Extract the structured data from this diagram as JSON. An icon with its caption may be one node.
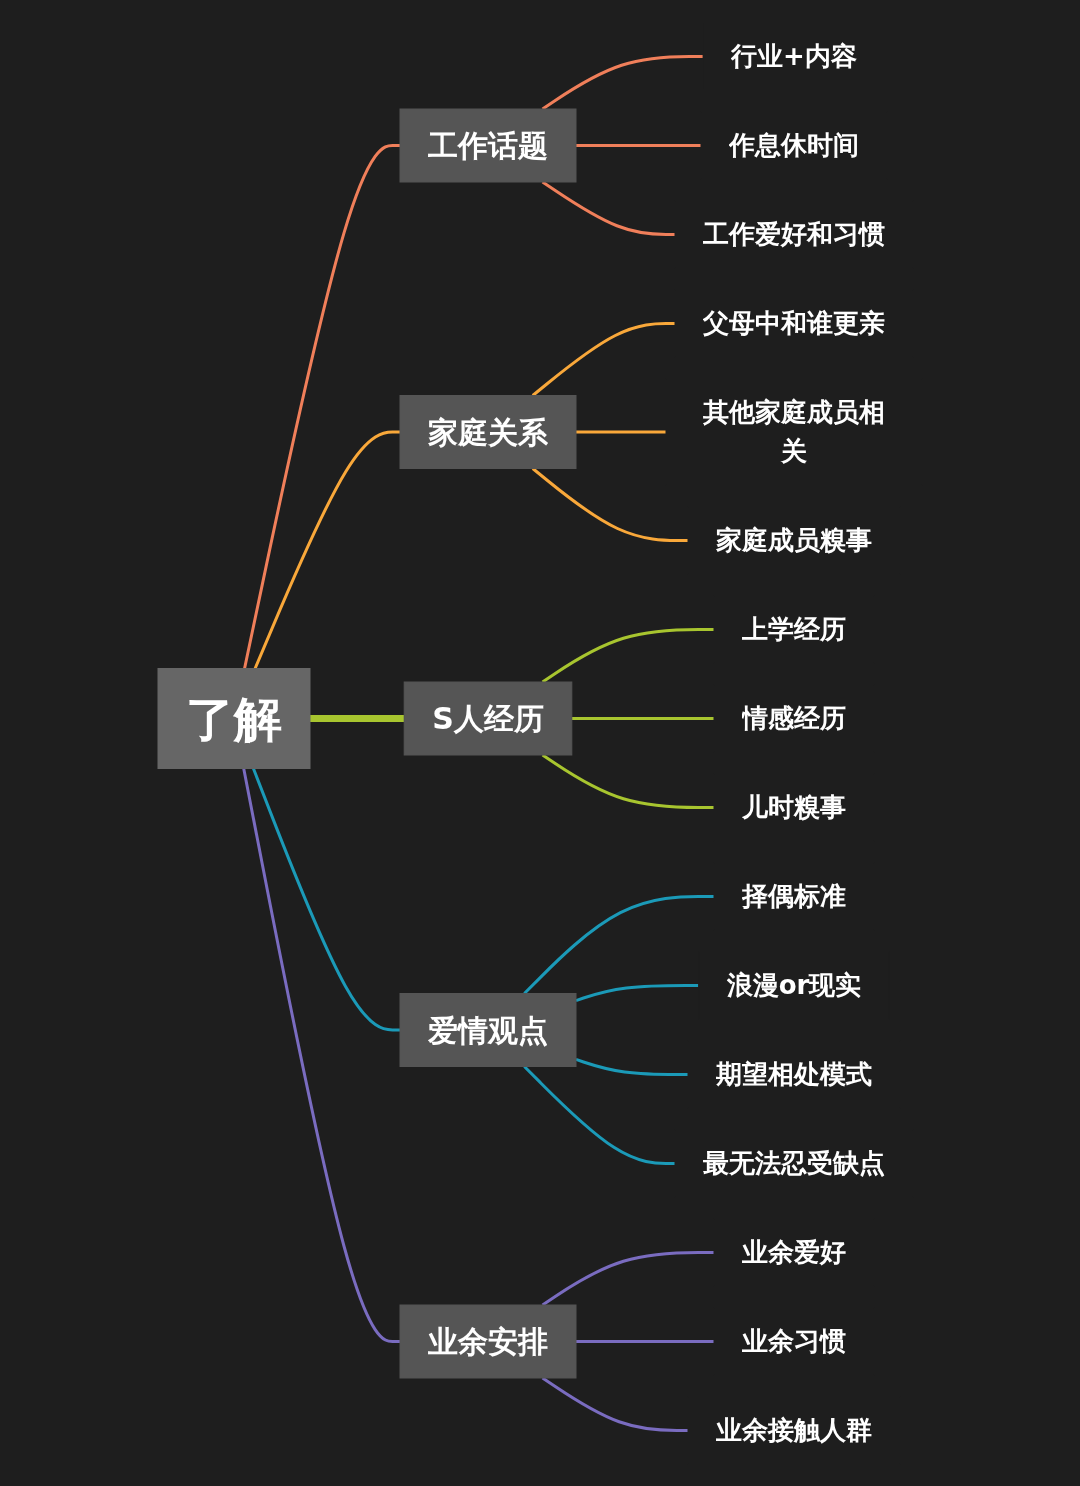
{
  "diagram": {
    "nodes": [
      {
        "text": [
          "了解"
        ]
      },
      {
        "text": [
          "工作话题"
        ]
      },
      {
        "text": [
          "行业+内容"
        ]
      },
      {
        "text": [
          "作息休时间"
        ]
      },
      {
        "text": [
          "工作爱好和习惯"
        ]
      },
      {
        "text": [
          "家庭关系"
        ]
      },
      {
        "text": [
          "父母中和谁更亲"
        ]
      },
      {
        "text": [
          "其他家庭成员相关"
        ]
      },
      {
        "text": [
          "家庭成员糗事"
        ]
      },
      {
        "text": [
          "S人经历"
        ]
      },
      {
        "text": [
          "上学经历"
        ]
      },
      {
        "text": [
          "情感经历"
        ]
      },
      {
        "text": [
          "儿时糗事"
        ]
      },
      {
        "text": [
          "爱情观点"
        ]
      },
      {
        "text": [
          "择偶标准"
        ]
      },
      {
        "text": [
          "浪漫or现实"
        ]
      },
      {
        "text": [
          "期望相处模式"
        ]
      },
      {
        "text": [
          "最无法忍受缺点"
        ]
      },
      {
        "text": [
          "业余安排"
        ]
      },
      {
        "text": [
          "业余爱好"
        ]
      },
      {
        "text": [
          "业余习惯"
        ]
      },
      {
        "text": [
          "业余接触人群"
        ]
      }
    ],
    "edges": [
      {
        "from": 0,
        "to": 1,
        "arrow": "none",
        "color": "#f07f5a"
      },
      {
        "from": 1,
        "to": 2,
        "arrow": "none",
        "color": "#f07f5a"
      },
      {
        "from": 1,
        "to": 3,
        "arrow": "none",
        "color": "#f07f5a"
      },
      {
        "from": 1,
        "to": 4,
        "arrow": "none",
        "color": "#f07f5a"
      },
      {
        "from": 0,
        "to": 5,
        "arrow": "none",
        "color": "#f9a83a"
      },
      {
        "from": 5,
        "to": 6,
        "arrow": "none",
        "color": "#f9a83a"
      },
      {
        "from": 5,
        "to": 7,
        "arrow": "none",
        "color": "#f9a83a"
      },
      {
        "from": 5,
        "to": 8,
        "arrow": "none",
        "color": "#f9a83a"
      },
      {
        "from": 0,
        "to": 9,
        "arrow": "none",
        "style": "thick",
        "color": "#a8c52f"
      },
      {
        "from": 9,
        "to": 10,
        "arrow": "none",
        "color": "#a8c52f"
      },
      {
        "from": 9,
        "to": 11,
        "arrow": "none",
        "color": "#a8c52f"
      },
      {
        "from": 9,
        "to": 12,
        "arrow": "none",
        "color": "#a8c52f"
      },
      {
        "from": 0,
        "to": 13,
        "arrow": "none",
        "color": "#1b9ab8"
      },
      {
        "from": 13,
        "to": 14,
        "arrow": "none",
        "color": "#1b9ab8"
      },
      {
        "from": 13,
        "to": 15,
        "arrow": "none",
        "color": "#1b9ab8"
      },
      {
        "from": 13,
        "to": 16,
        "arrow": "none",
        "color": "#1b9ab8"
      },
      {
        "from": 13,
        "to": 17,
        "arrow": "none",
        "color": "#1b9ab8"
      },
      {
        "from": 0,
        "to": 18,
        "arrow": "none",
        "color": "#7a6cc0"
      },
      {
        "from": 18,
        "to": 19,
        "arrow": "none",
        "color": "#7a6cc0"
      },
      {
        "from": 18,
        "to": 20,
        "arrow": "none",
        "color": "#7a6cc0"
      },
      {
        "from": 18,
        "to": 21,
        "arrow": "none",
        "color": "#7a6cc0"
      }
    ]
  }
}
